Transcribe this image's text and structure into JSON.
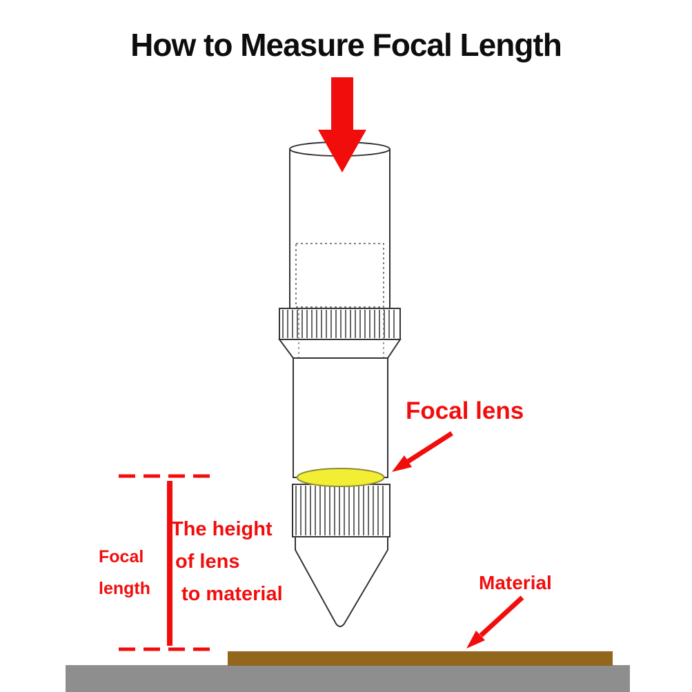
{
  "title": "How to Measure Focal Length",
  "diagram": {
    "focal_lens_label": "Focal lens",
    "material_label": "Material",
    "focal_length_label_lines": [
      "Focal",
      "length"
    ],
    "height_label_lines": [
      "The height",
      "of lens",
      "to material"
    ]
  },
  "icons": {
    "beam_arrow": "down-arrow",
    "focal_lens_arrow": "diagonal-arrow-pointer",
    "material_arrow": "diagonal-arrow-pointer"
  },
  "colors": {
    "accent_red": "#f20d0d",
    "lens_yellow": "#f2ee33",
    "material_brown": "#93661e",
    "base_gray": "#8e8e8e",
    "outline": "#333333"
  }
}
